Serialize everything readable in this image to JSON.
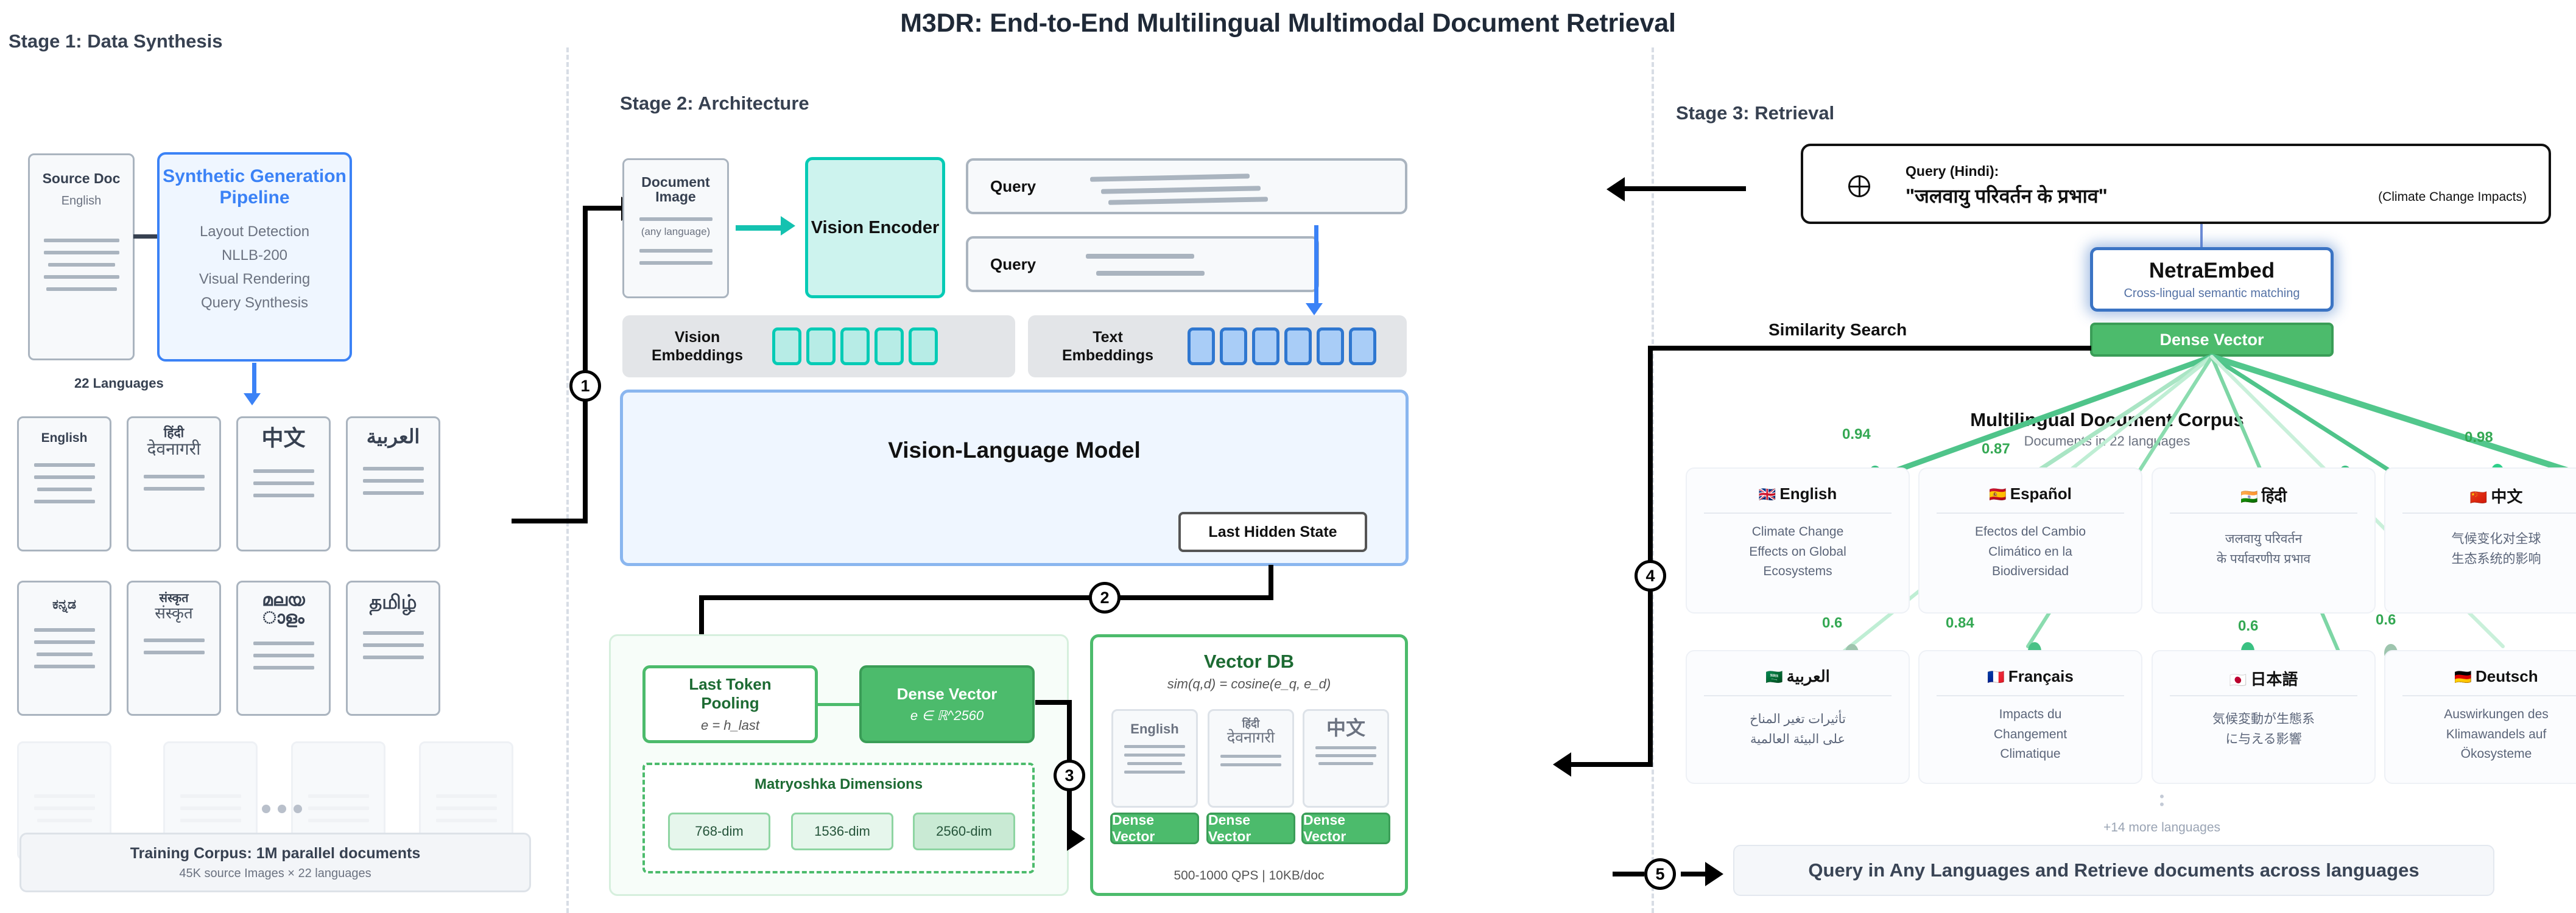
{
  "title": "M3DR: End-to-End Multilingual Multimodal Document Retrieval",
  "stages": {
    "s1": "Stage 1: Data Synthesis",
    "s2": "Stage 2: Architecture",
    "s3": "Stage 3: Retrieval"
  },
  "stage1": {
    "source_doc": {
      "title": "Source Doc",
      "sub": "English"
    },
    "pipeline": {
      "title_line1": "Synthetic Generation",
      "title_line2": "Pipeline",
      "items": [
        "Layout Detection",
        "NLLB-200",
        "Visual Rendering",
        "Query Synthesis"
      ]
    },
    "languages_label": "22 Languages",
    "lang_cards": [
      {
        "l1": "English",
        "l2": ""
      },
      {
        "l1": "हिंदी",
        "l2": "देवनागरी"
      },
      {
        "l1": "中文",
        "l2": ""
      },
      {
        "l1": "العربية",
        "l2": ""
      },
      {
        "l1": "ಕನ್ನಡ",
        "l2": ""
      },
      {
        "l1": "संस्कृत",
        "l2": "संस्कृत"
      },
      {
        "l1": "മലയ",
        "l2": "ാളം"
      },
      {
        "l1": "தமிழ்",
        "l2": ""
      }
    ],
    "corpus": {
      "title": "Training Corpus: 1M parallel documents",
      "sub": "45K source Images × 22 languages"
    }
  },
  "stage2": {
    "document_image": {
      "title_l1": "Document",
      "title_l2": "Image",
      "sub": "(any language)"
    },
    "vision_encoder": "Vision Encoder",
    "query_top": "Query",
    "query_bottom": "Query",
    "vision_embeddings": {
      "l1": "Vision",
      "l2": "Embeddings",
      "count": 5
    },
    "text_embeddings": {
      "l1": "Text",
      "l2": "Embeddings",
      "count": 6
    },
    "vlm": "Vision-Language Model",
    "last_hidden_state": "Last Hidden State",
    "pooling": {
      "title_l1": "Last Token",
      "title_l2": "Pooling",
      "formula": "e = h_last"
    },
    "dense_vector": {
      "title": "Dense Vector",
      "formula": "e ∈ ℝ^2560"
    },
    "matryoshka": {
      "title": "Matryoshka Dimensions",
      "dims": [
        "768-dim",
        "1536-dim",
        "2560-dim"
      ],
      "active_index": 2
    },
    "vector_db": {
      "title": "Vector DB",
      "formula": "sim(q,d) = cosine(e_q, e_d)",
      "docs": [
        {
          "l1": "English",
          "l2": "",
          "pill": "Dense Vector"
        },
        {
          "l1": "हिंदी",
          "l2": "देवनागरी",
          "pill": "Dense Vector"
        },
        {
          "l1": "中文",
          "l2": "",
          "pill": "Dense Vector"
        }
      ],
      "footer": "500-1000 QPS | 10KB/doc"
    }
  },
  "stage3": {
    "query": {
      "label": "Query (Hindi):",
      "text": "\"जलवायु परिवर्तन के प्रभाव\"",
      "translation": "(Climate Change Impacts)"
    },
    "model": {
      "name": "NetraEmbed",
      "sub": "Cross-lingual semantic matching"
    },
    "dense_vector": "Dense Vector",
    "similarity_search": "Similarity Search",
    "corpus_title": "Multilingual Document Corpus",
    "corpus_sub": "Documents in 22 languages",
    "results": [
      {
        "flag": "🇬🇧",
        "lang": "English",
        "score": "0.94",
        "lines": [
          "Climate Change",
          "Effects on Global",
          "Ecosystems"
        ]
      },
      {
        "flag": "🇪🇸",
        "lang": "Español",
        "score": "0.87",
        "lines": [
          "Efectos del Cambio",
          "Climático en la",
          "Biodiversidad"
        ]
      },
      {
        "flag": "🇮🇳",
        "lang": "हिंदी",
        "score": "0.6",
        "lines": [
          "जलवायु परिवर्तन",
          "के पर्यावरणीय प्रभाव"
        ]
      },
      {
        "flag": "🇨🇳",
        "lang": "中文",
        "score": "0.98",
        "lines": [
          "气候变化对全球",
          "生态系统的影响"
        ]
      },
      {
        "flag": "🇸🇦",
        "lang": "العربية",
        "score": "0.6",
        "lines": [
          "تأثيرات تغير المناخ",
          "على البيئة العالمية"
        ]
      },
      {
        "flag": "🇫🇷",
        "lang": "Français",
        "score": "0.84",
        "lines": [
          "Impacts du",
          "Changement",
          "Climatique"
        ]
      },
      {
        "flag": "🇯🇵",
        "lang": "日本語",
        "score": "0.6",
        "lines": [
          "気候変動が生態系",
          "に与える影響"
        ]
      },
      {
        "flag": "🇩🇪",
        "lang": "Deutsch",
        "score": "0.6",
        "lines": [
          "Auswirkungen des",
          "Klimawandels auf",
          "Ökosysteme"
        ]
      }
    ],
    "more_languages": "+14 more languages",
    "bottom_bar": "Query in Any Languages and Retrieve documents across languages"
  },
  "steps": {
    "n1": "1",
    "n2": "2",
    "n3": "3",
    "n4": "4",
    "n5": "5"
  },
  "colors": {
    "blue": "#3b82f6",
    "teal": "#06cbb5",
    "green": "#4cbb6c",
    "score_green": "#34a853",
    "text_dark": "#374151"
  }
}
